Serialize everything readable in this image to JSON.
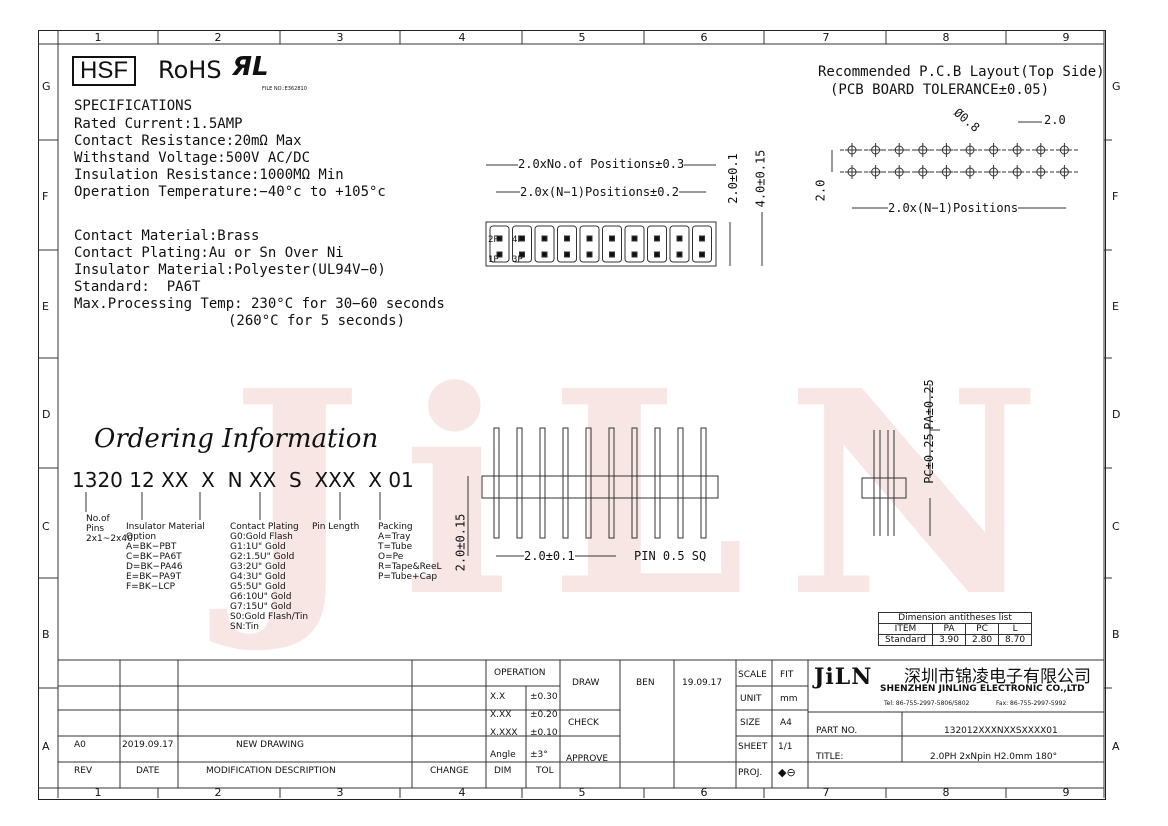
{
  "columns": [
    "1",
    "2",
    "3",
    "4",
    "5",
    "6",
    "7",
    "8",
    "9"
  ],
  "rows": [
    "G",
    "F",
    "E",
    "D",
    "C",
    "B",
    "A"
  ],
  "logos": {
    "hsf": "HSF",
    "rohs": "RoHS",
    "ul_file": "FILE NO.:E362810",
    "watermark": "JiLN"
  },
  "specs": {
    "title": "SPECIFICATIONS",
    "lines": [
      "Rated Current:1.5AMP",
      "Contact Resistance:20mΩ Max",
      "Withstand Voltage:500V AC/DC",
      "Insulation Resistance:1000MΩ Min",
      "Operation Temperature:−40°c to +105°c"
    ],
    "material_lines": [
      "Contact Material:Brass",
      "Contact Plating:Au or Sn Over Ni",
      "Insulator Material:Polyester(UL94V−0)",
      "Standard:  PA6T",
      "Max.Processing Temp: 230°C for 30−60 seconds",
      "(260°C for 5 seconds)"
    ]
  },
  "pcb": {
    "title1": "Recommended P.C.B Layout(Top Side)",
    "title2": "(PCB BOARD TOLERANCE±0.05)",
    "hole": "Ø0.8",
    "pitch": "2.0",
    "row_pitch": "2.0",
    "span": "2.0x(N−1)Positions"
  },
  "top_view": {
    "dim1": "2.0xNo.of Positions±0.3",
    "dim2": "2.0x(N−1)Positions±0.2",
    "dim3": "2.0±0.1",
    "dim4": "4.0±0.15",
    "pin_2p": "2P",
    "pin_4p": "4P",
    "pin_1p": "1P",
    "pin_3p": "3P"
  },
  "front_view": {
    "dim_h": "2.0±0.15",
    "dim_pitch": "2.0±0.1",
    "pin": "PIN 0.5 SQ"
  },
  "side_view": {
    "pa": "PA±0.25",
    "pc": "PC±0.25"
  },
  "ordering": {
    "title": "Ordering Information",
    "code": "1320 12 XX  X  N XX  S  XXX  X 01",
    "pins_label": "No.of\nPins\n2x1~2x40",
    "insulator": "Insulator Material\nOption\nA=BK−PBT\nC=BK−PA6T\nD=BK−PA46\nE=BK−PA9T\nF=BK−LCP",
    "plating": "Contact Plating\nG0:Gold Flash\nG1:1U\" Gold\nG2:1.5U\" Gold\nG3:2U\" Gold\nG4:3U\" Gold\nG5:5U\" Gold\nG6:10U\" Gold\nG7:15U\" Gold\nS0:Gold Flash/Tin\nSN:Tin",
    "pin_length": "Pin Length",
    "packing": "Packing\nA=Tray\nT=Tube\nO=Pe\nR=Tape&ReeL\nP=Tube+Cap"
  },
  "dim_table": {
    "title": "Dimension antitheses list",
    "headers": [
      "ITEM",
      "PA",
      "PC",
      "L"
    ],
    "row": [
      "Standard",
      "3.90",
      "2.80",
      "8.70"
    ]
  },
  "title_block": {
    "rev_row": {
      "rev": "A0",
      "date": "2019.09.17",
      "desc": "NEW DRAWING"
    },
    "headers": {
      "rev": "REV",
      "date": "DATE",
      "desc": "MODIFICATION DESCRIPTION",
      "change": "CHANGE"
    },
    "operation": "OPERATION",
    "tol_rows": [
      [
        "X.X",
        "±0.30"
      ],
      [
        "X.XX",
        "±0.20"
      ],
      [
        "X.XXX",
        "±0.10"
      ],
      [
        "Angle",
        "±3°"
      ]
    ],
    "dim": "DIM",
    "tol": "TOL",
    "draw": "DRAW",
    "drawer": "BEN",
    "draw_date": "19.09.17",
    "check": "CHECK",
    "approve": "APPROVE",
    "scale": "SCALE",
    "scale_v": "FIT",
    "unit": "UNIT",
    "unit_v": "mm",
    "size": "SIZE",
    "size_v": "A4",
    "sheet": "SHEET",
    "sheet_v": "1/1",
    "proj": "PROJ.",
    "company_logo": "JiLN",
    "company_cn": "深圳市锦凌电子有限公司",
    "company_en": "SHENZHEN JINLING ELECTRONIC CO.,LTD",
    "tel": "Tel: 86-755-2997-5806/5802",
    "fax": "Fax: 86-755-2997-5992",
    "part_no_label": "PART NO.",
    "part_no": "132012XXXNXXSXXXX01",
    "title_label": "TITLE:",
    "title": "2.0PH 2xNpin H2.0mm 180°"
  }
}
